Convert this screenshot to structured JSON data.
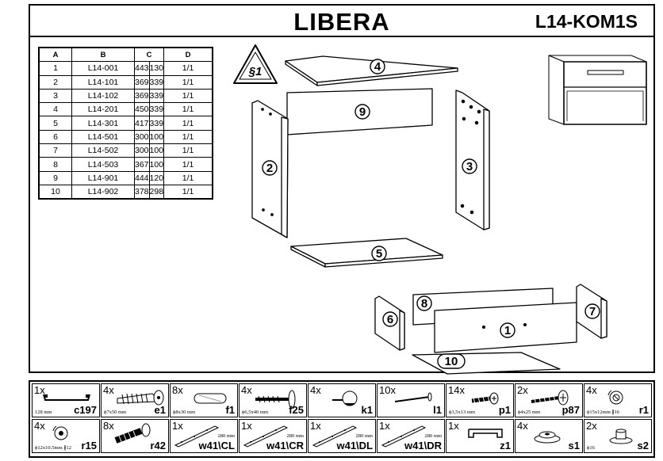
{
  "header": {
    "title": "LIBERA",
    "code": "L14-KOM1S"
  },
  "table": {
    "headers": [
      "A",
      "B",
      "C",
      "D"
    ],
    "rows": [
      [
        "1",
        "L14-001",
        "443",
        "130",
        "1/1"
      ],
      [
        "2",
        "L14-101",
        "369",
        "339",
        "1/1"
      ],
      [
        "3",
        "L14-102",
        "369",
        "339",
        "1/1"
      ],
      [
        "4",
        "L14-201",
        "450",
        "339",
        "1/1"
      ],
      [
        "5",
        "L14-301",
        "417",
        "339",
        "1/1"
      ],
      [
        "6",
        "L14-501",
        "300",
        "100",
        "1/1"
      ],
      [
        "7",
        "L14-502",
        "300",
        "100",
        "1/1"
      ],
      [
        "8",
        "L14-503",
        "367",
        "100",
        "1/1"
      ],
      [
        "9",
        "L14-901",
        "444",
        "120",
        "1/1"
      ],
      [
        "10",
        "L14-902",
        "378",
        "298",
        "1/1"
      ]
    ]
  },
  "notice": "§1",
  "part_labels": [
    "1",
    "2",
    "3",
    "4",
    "5",
    "6",
    "7",
    "8",
    "9",
    "10"
  ],
  "hardware": [
    {
      "qty": "1x",
      "code": "c197",
      "dim": "128 mm",
      "icon": "handle-icon"
    },
    {
      "qty": "4x",
      "code": "e1",
      "dim": "ϕ7x50 mm",
      "icon": "dowel-anchor-icon"
    },
    {
      "qty": "8x",
      "code": "f1",
      "dim": "ϕ8x30 mm",
      "icon": "wood-dowel-icon"
    },
    {
      "qty": "4x",
      "code": "f25",
      "dim": "ϕ6,5x40 mm",
      "icon": "connector-bolt-icon"
    },
    {
      "qty": "4x",
      "code": "k1",
      "dim": "",
      "icon": "glide-nail-icon"
    },
    {
      "qty": "10x",
      "code": "l1",
      "dim": "",
      "icon": "nail-icon"
    },
    {
      "qty": "14x",
      "code": "p1",
      "dim": "ϕ3,5x13 mm",
      "icon": "short-screw-icon"
    },
    {
      "qty": "2x",
      "code": "p87",
      "dim": "ϕ4x25 mm",
      "icon": "screw-icon"
    },
    {
      "qty": "4x",
      "code": "r1",
      "dim": "ϕ15x12mm  ∦16",
      "icon": "cam-lock-icon"
    },
    {
      "qty": "4x",
      "code": "r15",
      "dim": "ϕ12x10.5mm  ∦12",
      "icon": "small-cam-icon"
    },
    {
      "qty": "8x",
      "code": "r42",
      "dim": "",
      "icon": "cam-bolt-icon"
    },
    {
      "qty": "1x",
      "code": "w41\\CL",
      "dim": "280 mm",
      "icon": "drawer-runner-icon"
    },
    {
      "qty": "1x",
      "code": "w41\\CR",
      "dim": "280 mm",
      "icon": "drawer-runner-icon"
    },
    {
      "qty": "1x",
      "code": "w41\\DL",
      "dim": "280 mm",
      "icon": "drawer-runner-icon"
    },
    {
      "qty": "1x",
      "code": "w41\\DR",
      "dim": "280 mm",
      "icon": "drawer-runner-icon"
    },
    {
      "qty": "1x",
      "code": "z1",
      "dim": "",
      "icon": "bracket-icon"
    },
    {
      "qty": "4x",
      "code": "s1",
      "dim": "",
      "icon": "foot-pad-icon"
    },
    {
      "qty": "2x",
      "code": "s2",
      "dim": "ϕ16",
      "icon": "cap-icon"
    }
  ]
}
